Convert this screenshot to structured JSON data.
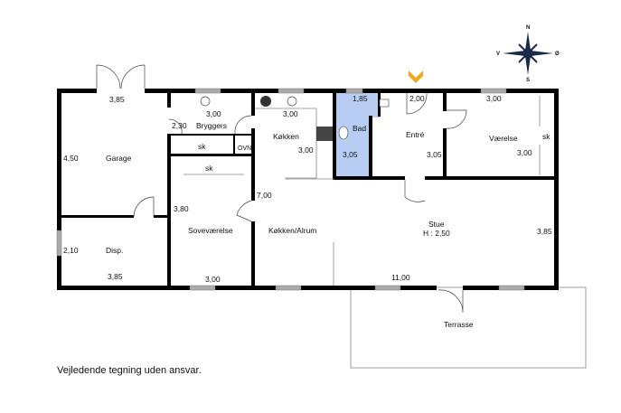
{
  "compass": {
    "north": "N",
    "west": "V",
    "east": "Ø",
    "south": "S"
  },
  "rooms": {
    "garage": "Garage",
    "disp": "Disp.",
    "bryggers": "Bryggers",
    "sk1": "sk",
    "ovn": "OVN",
    "sk2": "sk",
    "sovevaerelse": "Soveværelse",
    "kokken": "Køkken",
    "kokken_alrum": "Køkken/Alrum",
    "bad": "Bad",
    "entre": "Entré",
    "vaerelse": "Værelse",
    "sk3": "sk",
    "stue": "Stue",
    "stue_height": "H : 2,50",
    "terrasse": "Terrasse"
  },
  "dimensions": {
    "garage_width": "3,85",
    "garage_depth": "4,50",
    "disp_depth": "2,10",
    "disp_width": "3,85",
    "bryggers_width": "3,00",
    "bryggers_depth": "2,30",
    "sove_depth": "3,80",
    "sove_width": "3,00",
    "kokken_width": "3,00",
    "kokken_depth": "3,00",
    "alrum_depth": "7,00",
    "bad_width": "1,85",
    "bad_depth": "3,05",
    "entre_width": "2,00",
    "entre_depth": "3,05",
    "vaerelse_width": "3,00",
    "vaerelse_depth": "3,00",
    "stue_depth": "3,85",
    "stue_width": "11,00"
  },
  "colors": {
    "bath": "#b7cdf3",
    "entrance_marker": "#f0a81c",
    "compass": "#1c2a4a"
  },
  "note": "Vejledende tegning uden ansvar."
}
